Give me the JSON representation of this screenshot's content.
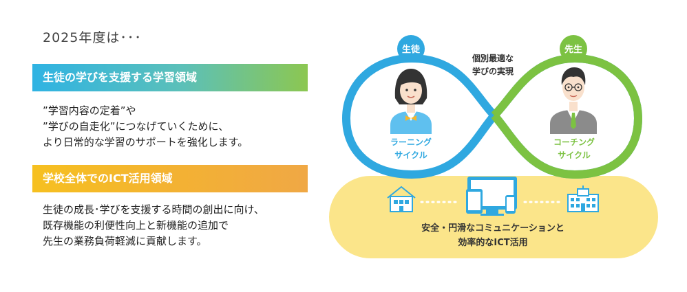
{
  "left": {
    "heading": "2025年度は･･･",
    "section1": {
      "title": "生徒の学びを支援する学習領域",
      "lines": [
        "”学習内容の定着”や",
        "”学びの自走化”につなげていくために、",
        "より日常的な学習のサポートを強化します。"
      ]
    },
    "section2": {
      "title": "学校全体でのICT活用領域",
      "lines": [
        "生徒の成長･学びを支援する時間の創出に向け、",
        "既存機能の利便性向上と新機能の追加で",
        "先生の業務負荷軽減に貢献します。"
      ]
    }
  },
  "diagram": {
    "student_badge": "生徒",
    "teacher_badge": "先生",
    "center_label": [
      "個別最適な",
      "学びの実現"
    ],
    "left_cycle": [
      "ラーニング",
      "サイクル"
    ],
    "right_cycle": [
      "コーチング",
      "サイクル"
    ],
    "bottom_label": [
      "安全・円滑なコミュニケーションと",
      "効率的なICT活用"
    ],
    "colors": {
      "blue": "#2fa8e0",
      "green": "#7cc242",
      "yellow": "#fbe58a",
      "icon_blue": "#2fa8e0"
    }
  }
}
